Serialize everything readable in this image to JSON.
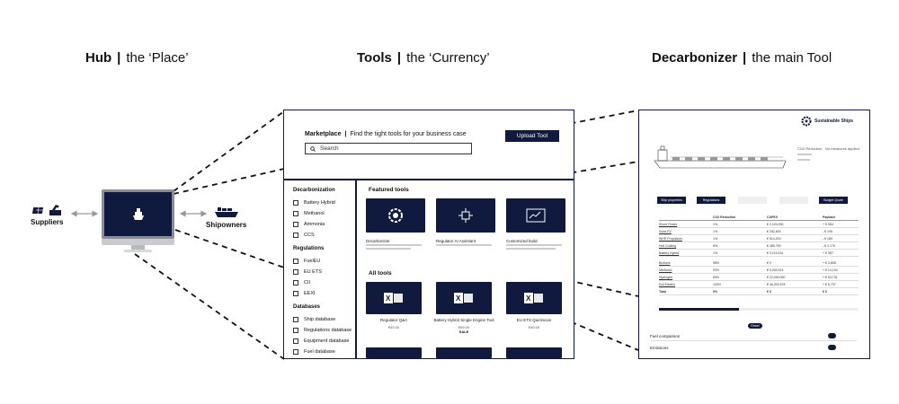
{
  "headings": {
    "hub": {
      "bold": "Hub",
      "sep": "|",
      "rest": "the ‘Place’"
    },
    "tools": {
      "bold": "Tools",
      "sep": "|",
      "rest": "the ‘Currency’"
    },
    "decarb": {
      "bold": "Decarbonizer",
      "sep": "|",
      "rest": "the main Tool"
    }
  },
  "hub_side": {
    "suppliers": "Suppliers",
    "shipowners": "Shipowners"
  },
  "marketplace": {
    "title": "Marketplace",
    "subtitle": "Find the tight tools for your business case",
    "upload": "Upload Tool",
    "search_placeholder": "Search"
  },
  "filters": [
    {
      "group": "Decarbonization",
      "items": [
        "Battery Hybrid",
        "Methanol",
        "Ammonia",
        "CCS"
      ]
    },
    {
      "group": "Regulations",
      "items": [
        "FuelEU",
        "EU ETS",
        "CII",
        "EEXI"
      ]
    },
    {
      "group": "Databases",
      "items": [
        "Ship database",
        "Regulations database",
        "Equipment database",
        "Fuel database"
      ]
    }
  ],
  "featured": {
    "title": "Featured tools",
    "items": [
      "Decarbonizer",
      "Regulator AI Assistant",
      "Customized build"
    ]
  },
  "all_tools": {
    "title": "All tools",
    "items": [
      {
        "name": "Regulator Q&A",
        "price": "€49.00",
        "note": ""
      },
      {
        "name": "Battery Hybrid Single Engine Tool",
        "price": "€59.00",
        "note": "SALE"
      },
      {
        "name": "EU ETS Quickscan",
        "price": "€49.00",
        "note": ""
      }
    ]
  },
  "decarbonizer": {
    "brand": "Sustainable Ships",
    "co2_label": "CO2 Reduction",
    "co2_value": "No measures applied",
    "tabs": [
      "Ship properties",
      "Regulations",
      "Budget Quote"
    ],
    "table_headers": [
      "CO2 Reduction",
      "CAPEX",
      "Payback"
    ],
    "rows": [
      {
        "name": "Shore Power",
        "co2": "1%",
        "capex": "€ 2,100,000",
        "pay": "+ € 984"
      },
      {
        "name": "Solar PV",
        "co2": "1%",
        "capex": "€ 252,600",
        "pay": "- € 195"
      },
      {
        "name": "WHR Propulsion",
        "co2": "1%",
        "capex": "€ 514,200",
        "pay": "- € 189"
      },
      {
        "name": "Hull Coating",
        "co2": "8%",
        "capex": "€ 486,750",
        "pay": "- € 3,176"
      },
      {
        "name": "Battery Hybrid",
        "co2": "1%",
        "capex": "€ 3,119,224",
        "pay": "+ € 357"
      },
      {
        "name": "Biofuels",
        "co2": "98%",
        "capex": "€ 0",
        "pay": "+ € 3,808"
      },
      {
        "name": "Methanol",
        "co2": "93%",
        "capex": "€ 9,000,514",
        "pay": "+ € 14,194"
      },
      {
        "name": "Hydrogen",
        "co2": "83%",
        "capex": "€ 22,000,000",
        "pay": "+ € 53,731"
      },
      {
        "name": "Full Electric",
        "co2": "100%",
        "capex": "€ 46,302,578",
        "pay": "+ € 5,737"
      }
    ],
    "total": {
      "name": "Total",
      "co2": "0%",
      "capex": "€ 0",
      "pay": "€ 0"
    },
    "reset": "Reset",
    "fuel_comparison": "Fuel comparison",
    "emissions": "Emissions"
  }
}
